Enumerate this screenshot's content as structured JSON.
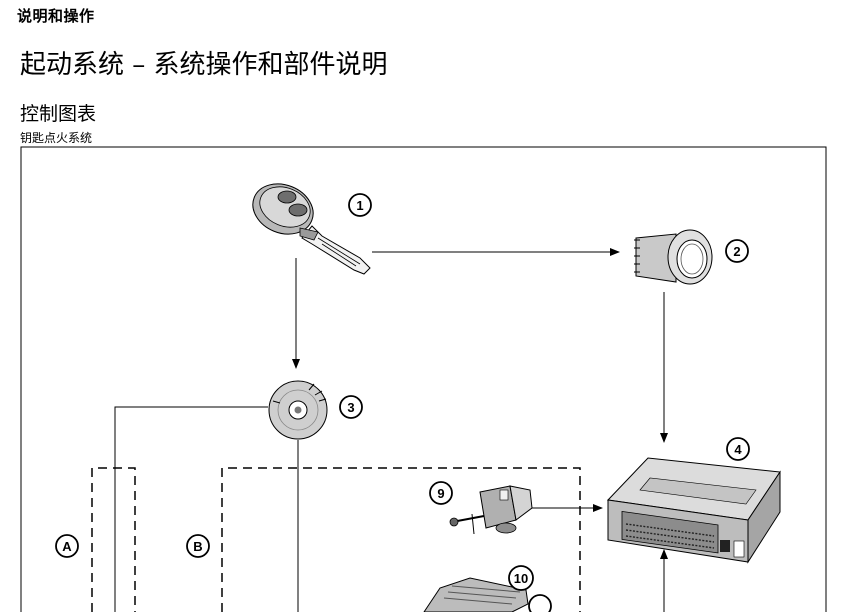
{
  "header": {
    "section_label": "说明和操作",
    "page_title": "起动系统 – 系统操作和部件说明"
  },
  "diagram": {
    "heading": "控制图表",
    "subheading": "钥匙点火系统",
    "callouts": {
      "c1": "1",
      "c2": "2",
      "c3": "3",
      "c4": "4",
      "c9": "9",
      "c10": "10"
    },
    "groups": {
      "a": "A",
      "b": "B"
    }
  }
}
